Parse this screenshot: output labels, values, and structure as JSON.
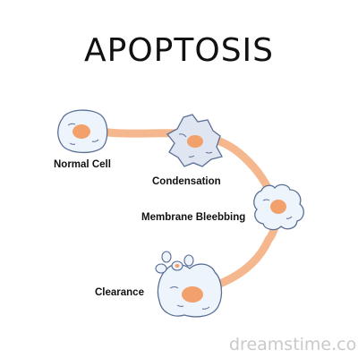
{
  "title": "APOPTOSIS",
  "stages": [
    {
      "label": "Normal Cell"
    },
    {
      "label": "Condensation"
    },
    {
      "label": "Membrane Bleebbing"
    },
    {
      "label": "Clearance"
    }
  ],
  "watermark": "dreamstime.com",
  "colors": {
    "pathway": "#f5b88e",
    "nucleus": "#f2a06c",
    "cell_fill": "#eef4fb",
    "cell_outline": "#5a6f96",
    "condensed_fill": "#dfe6f1"
  }
}
